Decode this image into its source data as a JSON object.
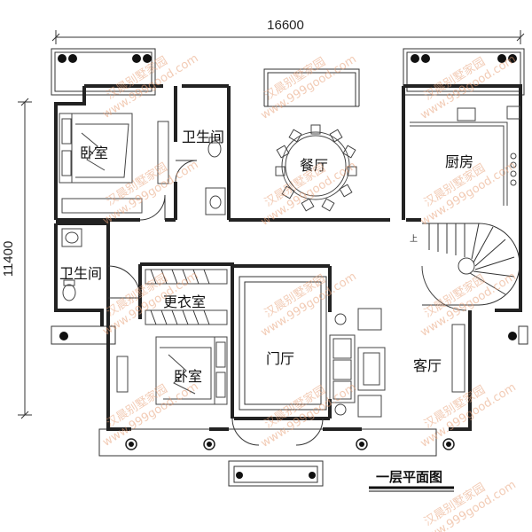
{
  "dimensions": {
    "width": "16600",
    "height": "11400"
  },
  "title": "一层平面图",
  "rooms": {
    "bedroom_top": "卧室",
    "bathroom_top": "卫生间",
    "dining": "餐厅",
    "kitchen": "厨房",
    "bathroom_left": "卫生间",
    "dressing": "更衣室",
    "bedroom_bottom": "卧室",
    "foyer": "门厅",
    "living": "客厅"
  },
  "stair_up_mark": "上",
  "watermark": {
    "text_cn": "汉晨别墅家园",
    "text_url": "www.999good.com"
  }
}
